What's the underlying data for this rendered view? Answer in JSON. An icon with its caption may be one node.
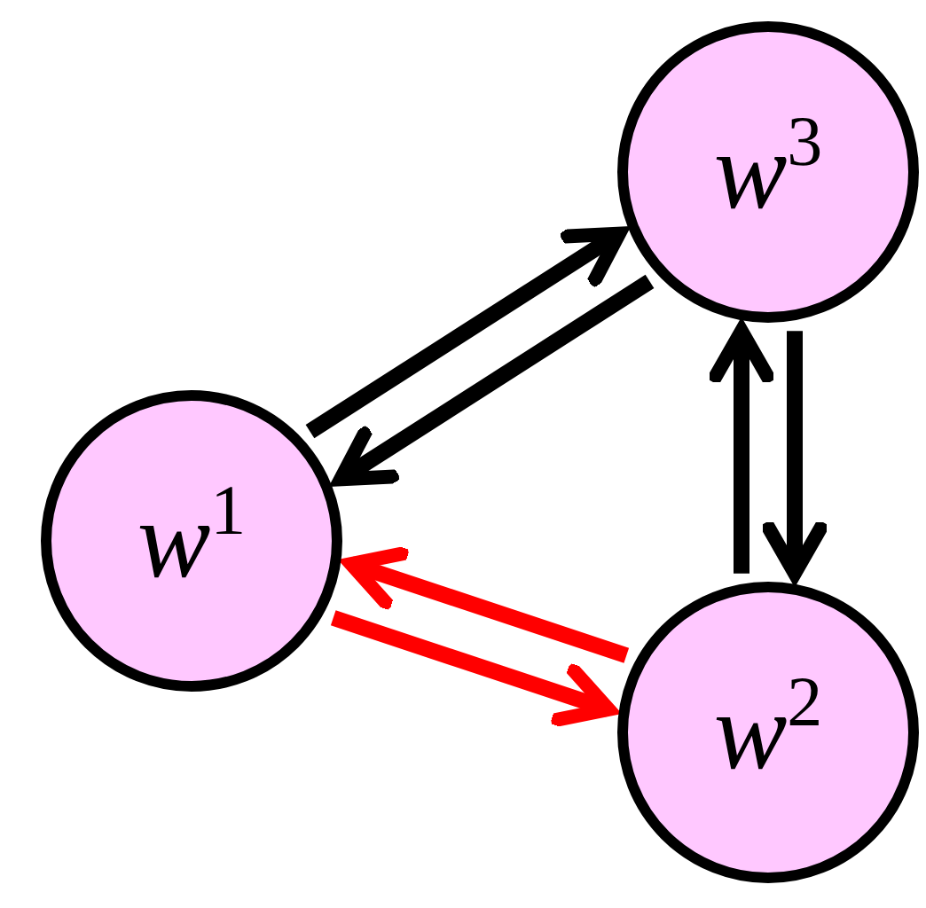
{
  "diagram": {
    "nodes": [
      {
        "text": [
          "*w*$^{1}$"
        ]
      },
      {
        "text": [
          "*w*$^{3}$"
        ]
      },
      {
        "text": [
          "*w*$^{2}$"
        ]
      }
    ],
    "edges": [
      {
        "from": 0,
        "to": 1,
        "arrow": "to"
      },
      {
        "from": 1,
        "to": 0,
        "arrow": "to"
      },
      {
        "from": 2,
        "to": 1,
        "arrow": "to"
      },
      {
        "from": 1,
        "to": 2,
        "arrow": "to"
      },
      {
        "from": 2,
        "to": 0,
        "arrow": "to",
        "color": "#ff0000"
      },
      {
        "from": 0,
        "to": 2,
        "arrow": "to",
        "color": "#ff0000"
      }
    ]
  }
}
